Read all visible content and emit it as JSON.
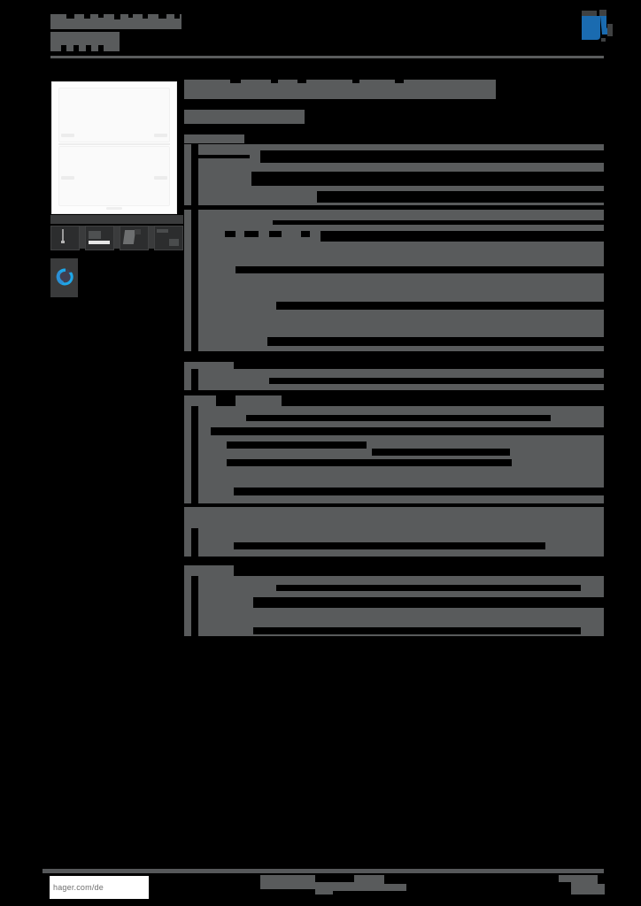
{
  "document": {
    "type": "product-datasheet",
    "brand": "hager",
    "page_background": "#000000",
    "redaction_color": "#595b5c",
    "accent_color": "#1a6bb0"
  },
  "header": {
    "brand_name_redacted": "",
    "product_code_redacted": "",
    "logo_name": "hager-logo"
  },
  "gallery": {
    "main_image_alt": "white double rocker wall switch",
    "thumbnails": [
      {
        "name": "thumbnail-1",
        "alt": "product front view"
      },
      {
        "name": "thumbnail-2",
        "alt": "product packaging view"
      },
      {
        "name": "thumbnail-3",
        "alt": "product detail view"
      },
      {
        "name": "thumbnail-4",
        "alt": "product angled view"
      }
    ],
    "view_360": {
      "name": "view-360-icon",
      "alt": "360 degree view"
    }
  },
  "main": {
    "title_redacted": "",
    "subtitle_redacted": "",
    "description_redacted": "",
    "sections": [
      {
        "name": "section-general",
        "rows": 4
      },
      {
        "name": "section-technical",
        "rows": 6
      },
      {
        "name": "section-electrical",
        "rows": 3
      },
      {
        "name": "section-mechanical",
        "rows": 5
      },
      {
        "name": "section-environment",
        "rows": 6
      },
      {
        "name": "section-logistics",
        "rows": 4
      }
    ]
  },
  "footer": {
    "url": "hager.com/de",
    "center_redacted": "",
    "page_number_redacted": ""
  }
}
